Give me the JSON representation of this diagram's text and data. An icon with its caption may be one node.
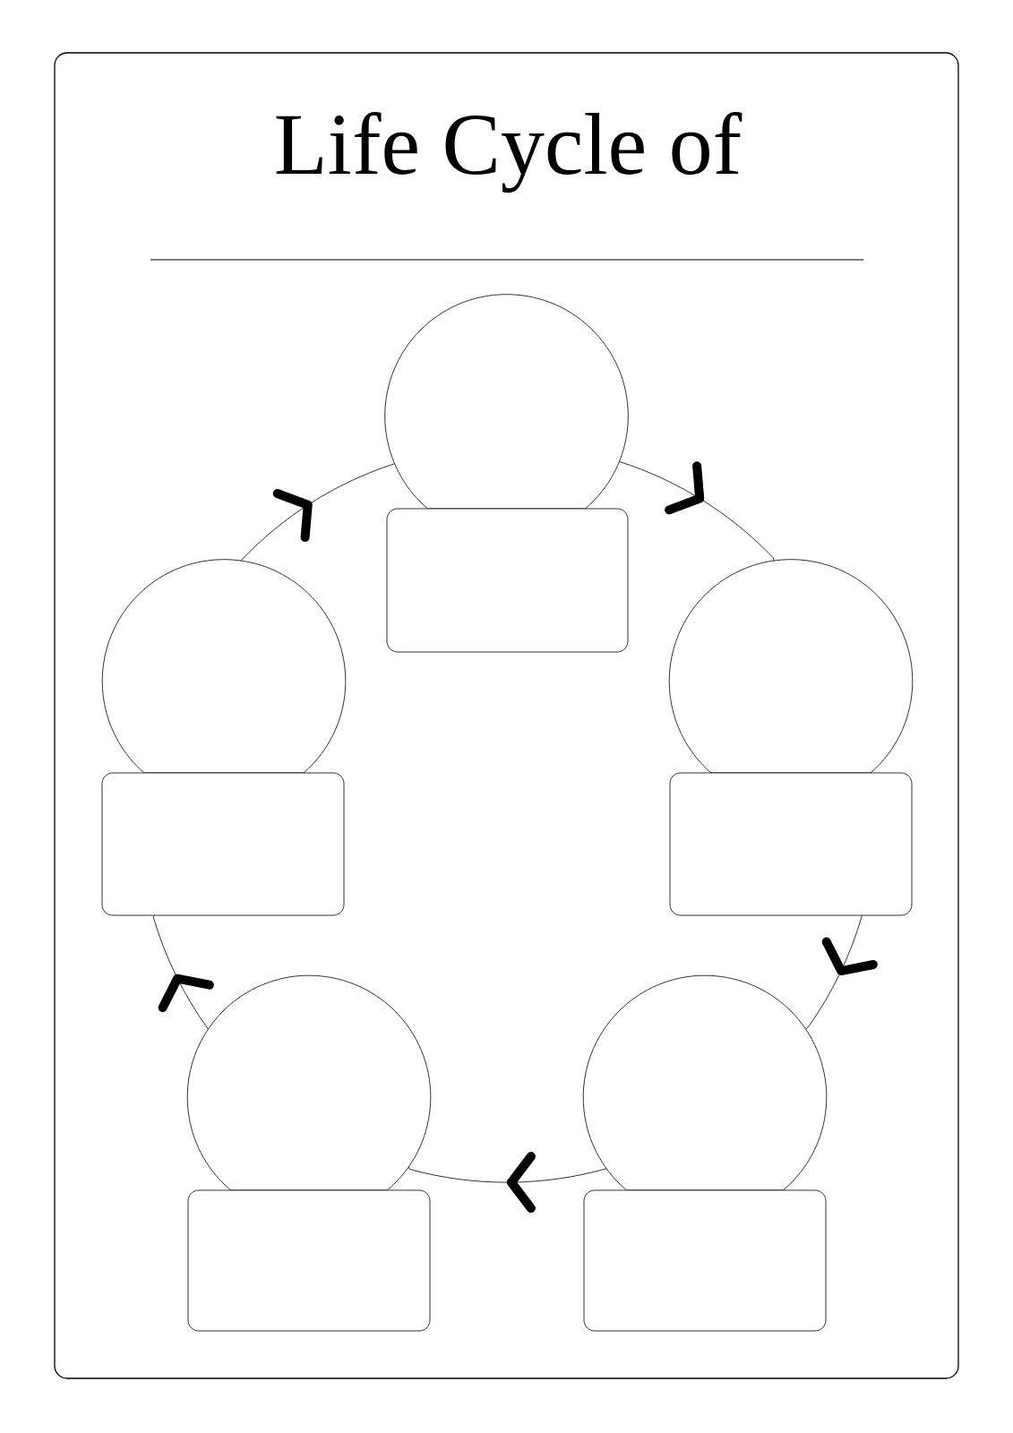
{
  "diagram": {
    "title": "Life Cycle of",
    "nodes": [
      {
        "text": [],
        "shape": "circle"
      },
      {
        "text": [],
        "shape": "box"
      },
      {
        "text": [],
        "shape": "circle"
      },
      {
        "text": [],
        "shape": "circle"
      },
      {
        "text": [],
        "shape": "box"
      },
      {
        "text": [],
        "shape": "box"
      },
      {
        "text": [],
        "shape": "circle"
      },
      {
        "text": [],
        "shape": "circle"
      },
      {
        "text": [],
        "shape": "box"
      },
      {
        "text": [],
        "shape": "box"
      }
    ],
    "edges": [
      {
        "from": 0,
        "to": 3,
        "arrow": "to"
      },
      {
        "from": 5,
        "to": 7,
        "arrow": "to"
      },
      {
        "from": 7,
        "to": 6,
        "arrow": "to"
      },
      {
        "from": 6,
        "to": 4,
        "arrow": "to"
      },
      {
        "from": 2,
        "to": 0,
        "arrow": "to"
      }
    ]
  }
}
